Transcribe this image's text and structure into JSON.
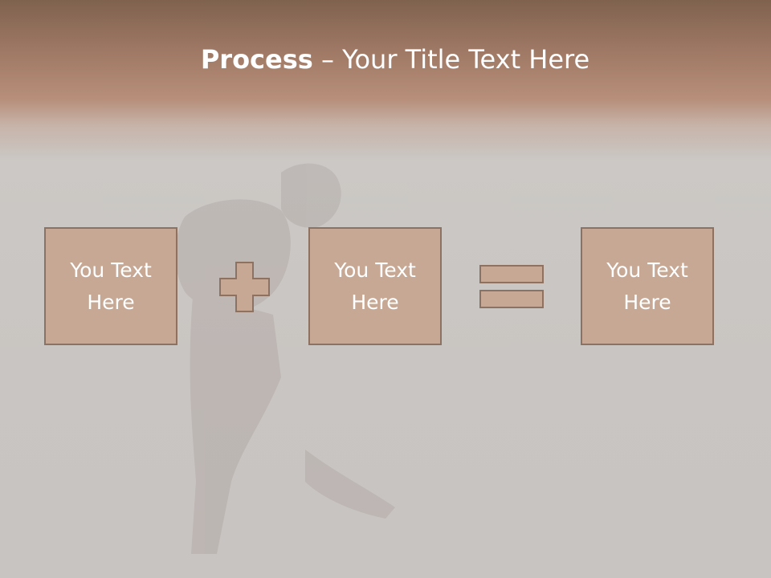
{
  "slide": {
    "title_bold": "Process",
    "title_rest": " – Your Title Text Here",
    "boxes": [
      {
        "label": "You Text Here"
      },
      {
        "label": "You Text Here"
      },
      {
        "label": "You Text Here"
      }
    ],
    "operators": [
      "plus-icon",
      "equals-icon"
    ]
  },
  "colors": {
    "header_brown": "#a27b67",
    "box_fill": "#c7a895",
    "box_border": "#8d7262",
    "background_gray": "#cbc8c5",
    "text": "#ffffff"
  }
}
